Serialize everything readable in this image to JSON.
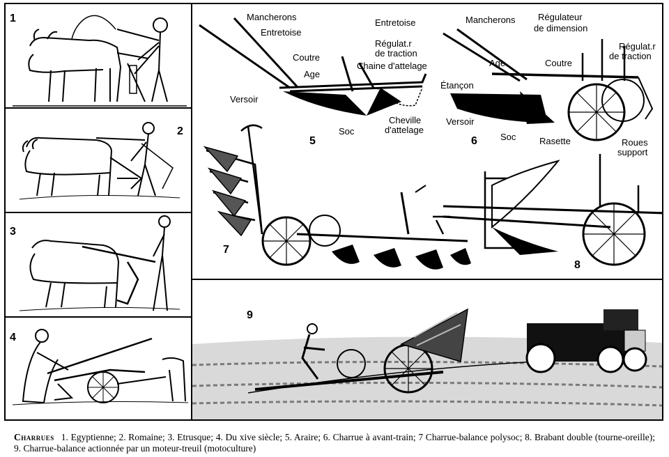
{
  "figure": {
    "numbers": [
      "1",
      "2",
      "3",
      "4",
      "5",
      "6",
      "7",
      "8",
      "9"
    ],
    "labels5": {
      "mancherons": "Mancherons",
      "entretoise": "Entretoise",
      "coutre": "Coutre",
      "regulat_traction": "Régulat.r",
      "regulat_traction2": "de traction",
      "age": "Age",
      "chaine": "Chaine d'attelage",
      "versoir": "Versoir",
      "soc": "Soc",
      "cheville": "Cheville",
      "cheville2": "d'attelage"
    },
    "labels6": {
      "entretoise": "Entretoise",
      "mancherons": "Mancherons",
      "regulateur": "Régulateur",
      "regulateur2": "de dimension",
      "regulat_traction": "Régulat.r",
      "regulat_traction2": "de traction",
      "age": "Age",
      "coutre": "Coutre",
      "etancon": "Étançon",
      "versoir": "Versoir",
      "soc": "Soc",
      "rasette": "Rasette",
      "roues": "Roues",
      "roues2": "support"
    }
  },
  "caption": {
    "head": "Charrues",
    "text": "1. Egyptienne; 2. Romaine; 3. Etrusque; 4. Du xive siècle; 5. Araire; 6. Charrue à avant-train; 7 Charrue-balance polysoc; 8. Brabant double (tourne-oreille); 9. Charrue-balance actionnée par un moteur-treuil (motoculture)"
  }
}
